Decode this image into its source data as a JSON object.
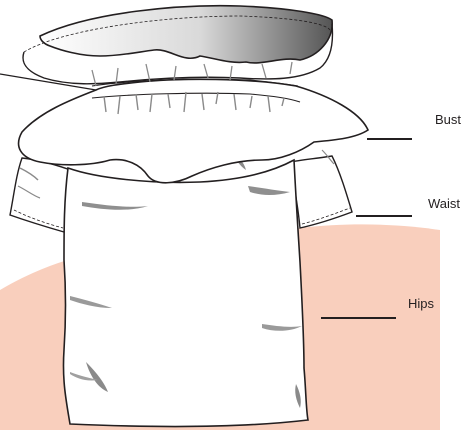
{
  "labels": {
    "bust": "Bust",
    "waist": "Waist",
    "hips": "Hips"
  },
  "colors": {
    "background": "#ffffff",
    "skin": "#f9cfbd",
    "outline": "#231f20",
    "garment_fill": "#ffffff",
    "crease_shadow": "#8a8a8a"
  },
  "icons": {
    "garment": "gathered-dress-illustration",
    "pointer": "leader-line"
  }
}
